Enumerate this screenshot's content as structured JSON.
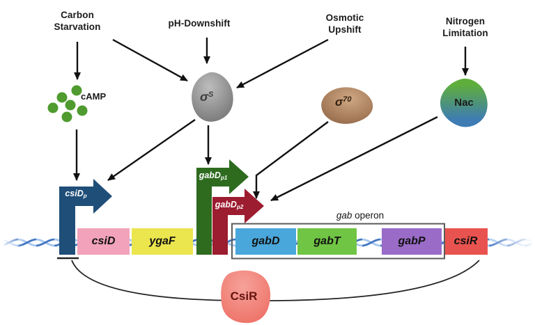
{
  "diagram": {
    "stresses": [
      {
        "id": "carbon-starvation",
        "line1": "Carbon",
        "line2": "Starvation"
      },
      {
        "id": "ph-downshift",
        "line1": "pH-Downshift",
        "line2": ""
      },
      {
        "id": "osmotic-upshift",
        "line1": "Osmotic",
        "line2": "Upshift"
      },
      {
        "id": "nitrogen-limitation",
        "line1": "Nitrogen",
        "line2": "Limitation"
      }
    ],
    "molecules": {
      "camp": {
        "label": "cAMP",
        "dot_color": "#4f9b2f"
      },
      "sigma_s": {
        "symbol": "σ",
        "sup": "S",
        "fill_light": "#bdbdbd",
        "fill_dark": "#6f6f6f",
        "text_color": "#3b3b3b"
      },
      "sigma_70": {
        "symbol": "σ",
        "sup": "70",
        "fill_light": "#cfa883",
        "fill_dark": "#8d6142",
        "text_color": "#33200f"
      },
      "nac": {
        "label": "Nac",
        "fill_top": "#5fae3c",
        "fill_bottom": "#3e7cb3",
        "text_color": "#101c12"
      },
      "csir_protein": {
        "label": "CsiR",
        "fill_light": "#f6a29a",
        "fill_dark": "#ec685d",
        "text_color": "#641410"
      }
    },
    "promoters": [
      {
        "label": "csiD",
        "sub": "p",
        "color": "#1f4e79",
        "text_color": "#ffffff"
      },
      {
        "label": "gabD",
        "sub": "p1",
        "color": "#2e6b1f",
        "text_color": "#ffffff"
      },
      {
        "label": "gabD",
        "sub": "p2",
        "color": "#9c1c30",
        "text_color": "#ffffff"
      }
    ],
    "genes": [
      {
        "label": "csiD",
        "color": "#f2a3bb"
      },
      {
        "label": "ygaF",
        "color": "#ebe54e"
      },
      {
        "label": "gabD",
        "color": "#4aa7db"
      },
      {
        "label": "gabT",
        "color": "#70c544"
      },
      {
        "label": "gabP",
        "color": "#9a6cc8"
      },
      {
        "label": "csiR",
        "color": "#e9534f"
      }
    ],
    "operon": {
      "label_italic": "gab",
      "label_rest": " operon"
    },
    "dna": {
      "strand_light": "#a7c7ee",
      "strand_dark": "#4377c2"
    },
    "arrow_color": "#111111",
    "repression_color": "#222222"
  }
}
